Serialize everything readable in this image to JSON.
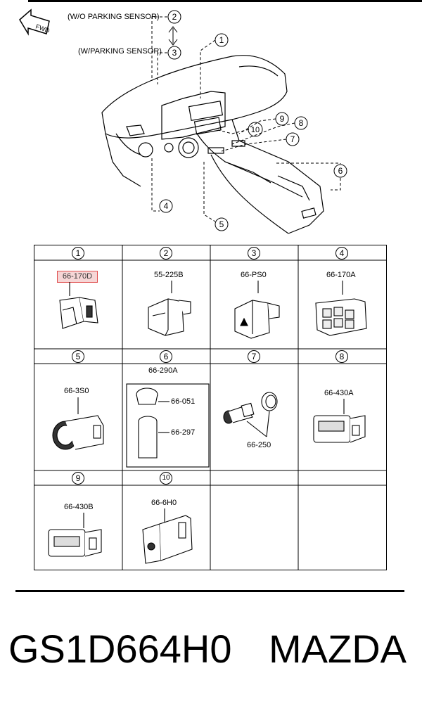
{
  "diagram": {
    "fwd_label": "FWD",
    "wo_parking_sensor": "(W/O PARKING SENSOR)",
    "w_parking_sensor": "(W/PARKING SENSOR)",
    "callouts": [
      "1",
      "2",
      "3",
      "4",
      "5",
      "6",
      "7",
      "8",
      "9",
      "10"
    ]
  },
  "parts": [
    {
      "num": "1",
      "code": "66-170D",
      "highlighted": true
    },
    {
      "num": "2",
      "code": "55-225B"
    },
    {
      "num": "3",
      "code": "66-PS0"
    },
    {
      "num": "4",
      "code": "66-170A"
    },
    {
      "num": "5",
      "code": "66-3S0"
    },
    {
      "num": "6",
      "code": "66-290A",
      "sub": [
        "66-051",
        "66-297"
      ]
    },
    {
      "num": "7",
      "code": "66-250"
    },
    {
      "num": "8",
      "code": "66-430A"
    },
    {
      "num": "9",
      "code": "66-430B"
    },
    {
      "num": "10",
      "code": "66-6H0"
    }
  ],
  "footer": {
    "part_number": "GS1D664H0",
    "brand": "MAZDA"
  },
  "colors": {
    "highlight": "#e05050",
    "highlight_fill": "#f6d6d6"
  }
}
